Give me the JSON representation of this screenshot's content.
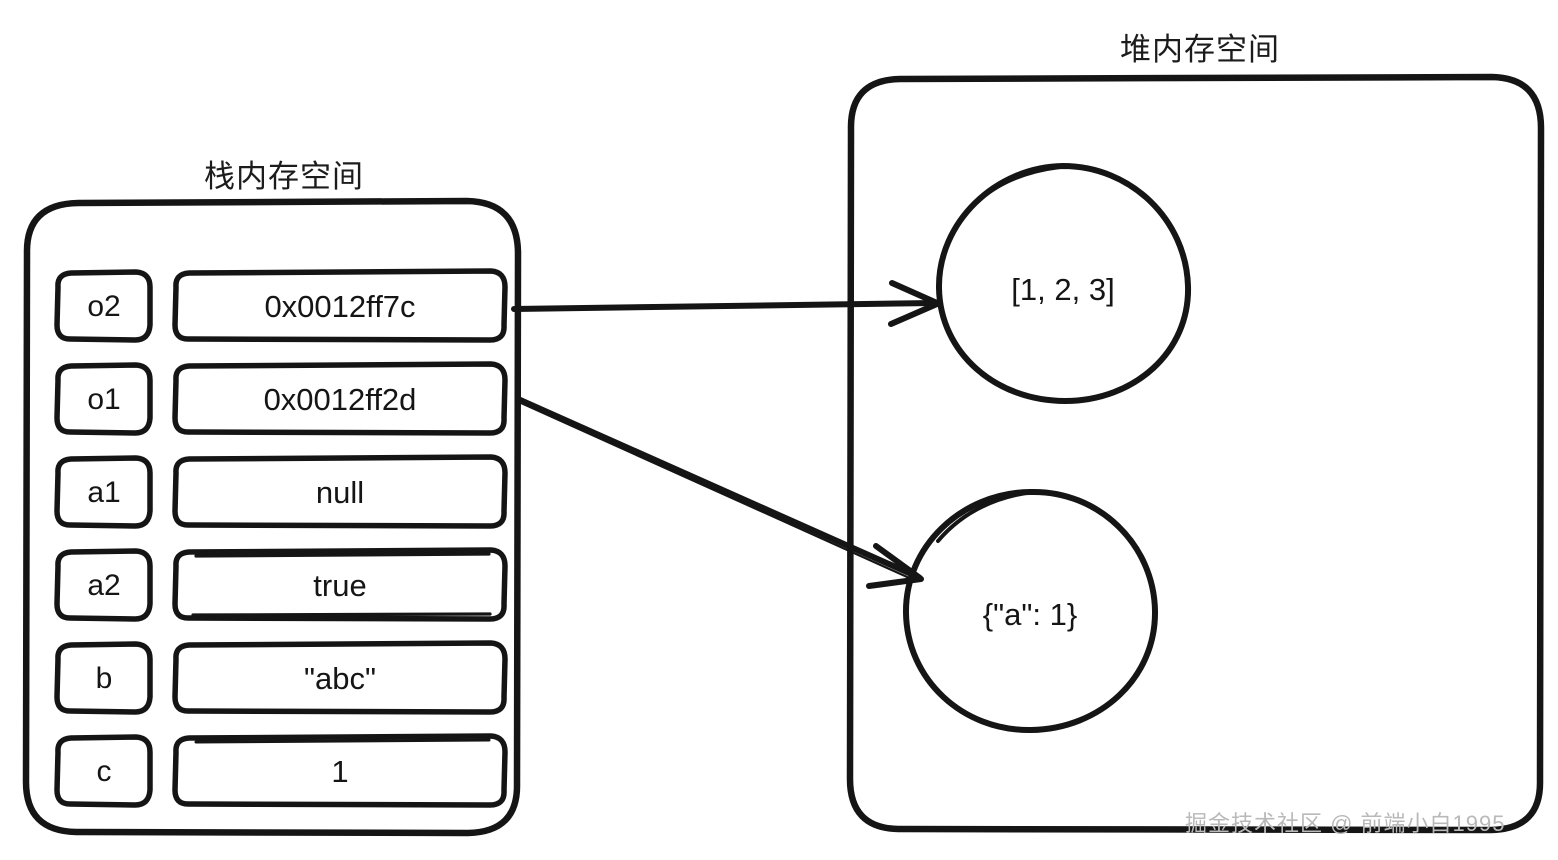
{
  "diagram": {
    "stack": {
      "title": "栈内存空间",
      "slots": [
        {
          "name": "o2",
          "value": "0x0012ff7c"
        },
        {
          "name": "o1",
          "value": "0x0012ff2d"
        },
        {
          "name": "a1",
          "value": "null"
        },
        {
          "name": "a2",
          "value": "true"
        },
        {
          "name": "b",
          "value": "\"abc\""
        },
        {
          "name": "c",
          "value": "1"
        }
      ]
    },
    "heap": {
      "title": "堆内存空间",
      "objects": [
        {
          "label": "[1, 2, 3]"
        },
        {
          "label": "{\"a\": 1}"
        }
      ]
    },
    "arrows": [
      {
        "from_slot": "o2",
        "to_object": "[1, 2, 3]"
      },
      {
        "from_slot": "o1",
        "to_object": "{\"a\": 1}"
      }
    ],
    "watermark": "掘金技术社区 @ 前端小白1995",
    "colors": {
      "ink": "#151515",
      "background": "#ffffff",
      "watermark": "#b9b9b9"
    }
  }
}
